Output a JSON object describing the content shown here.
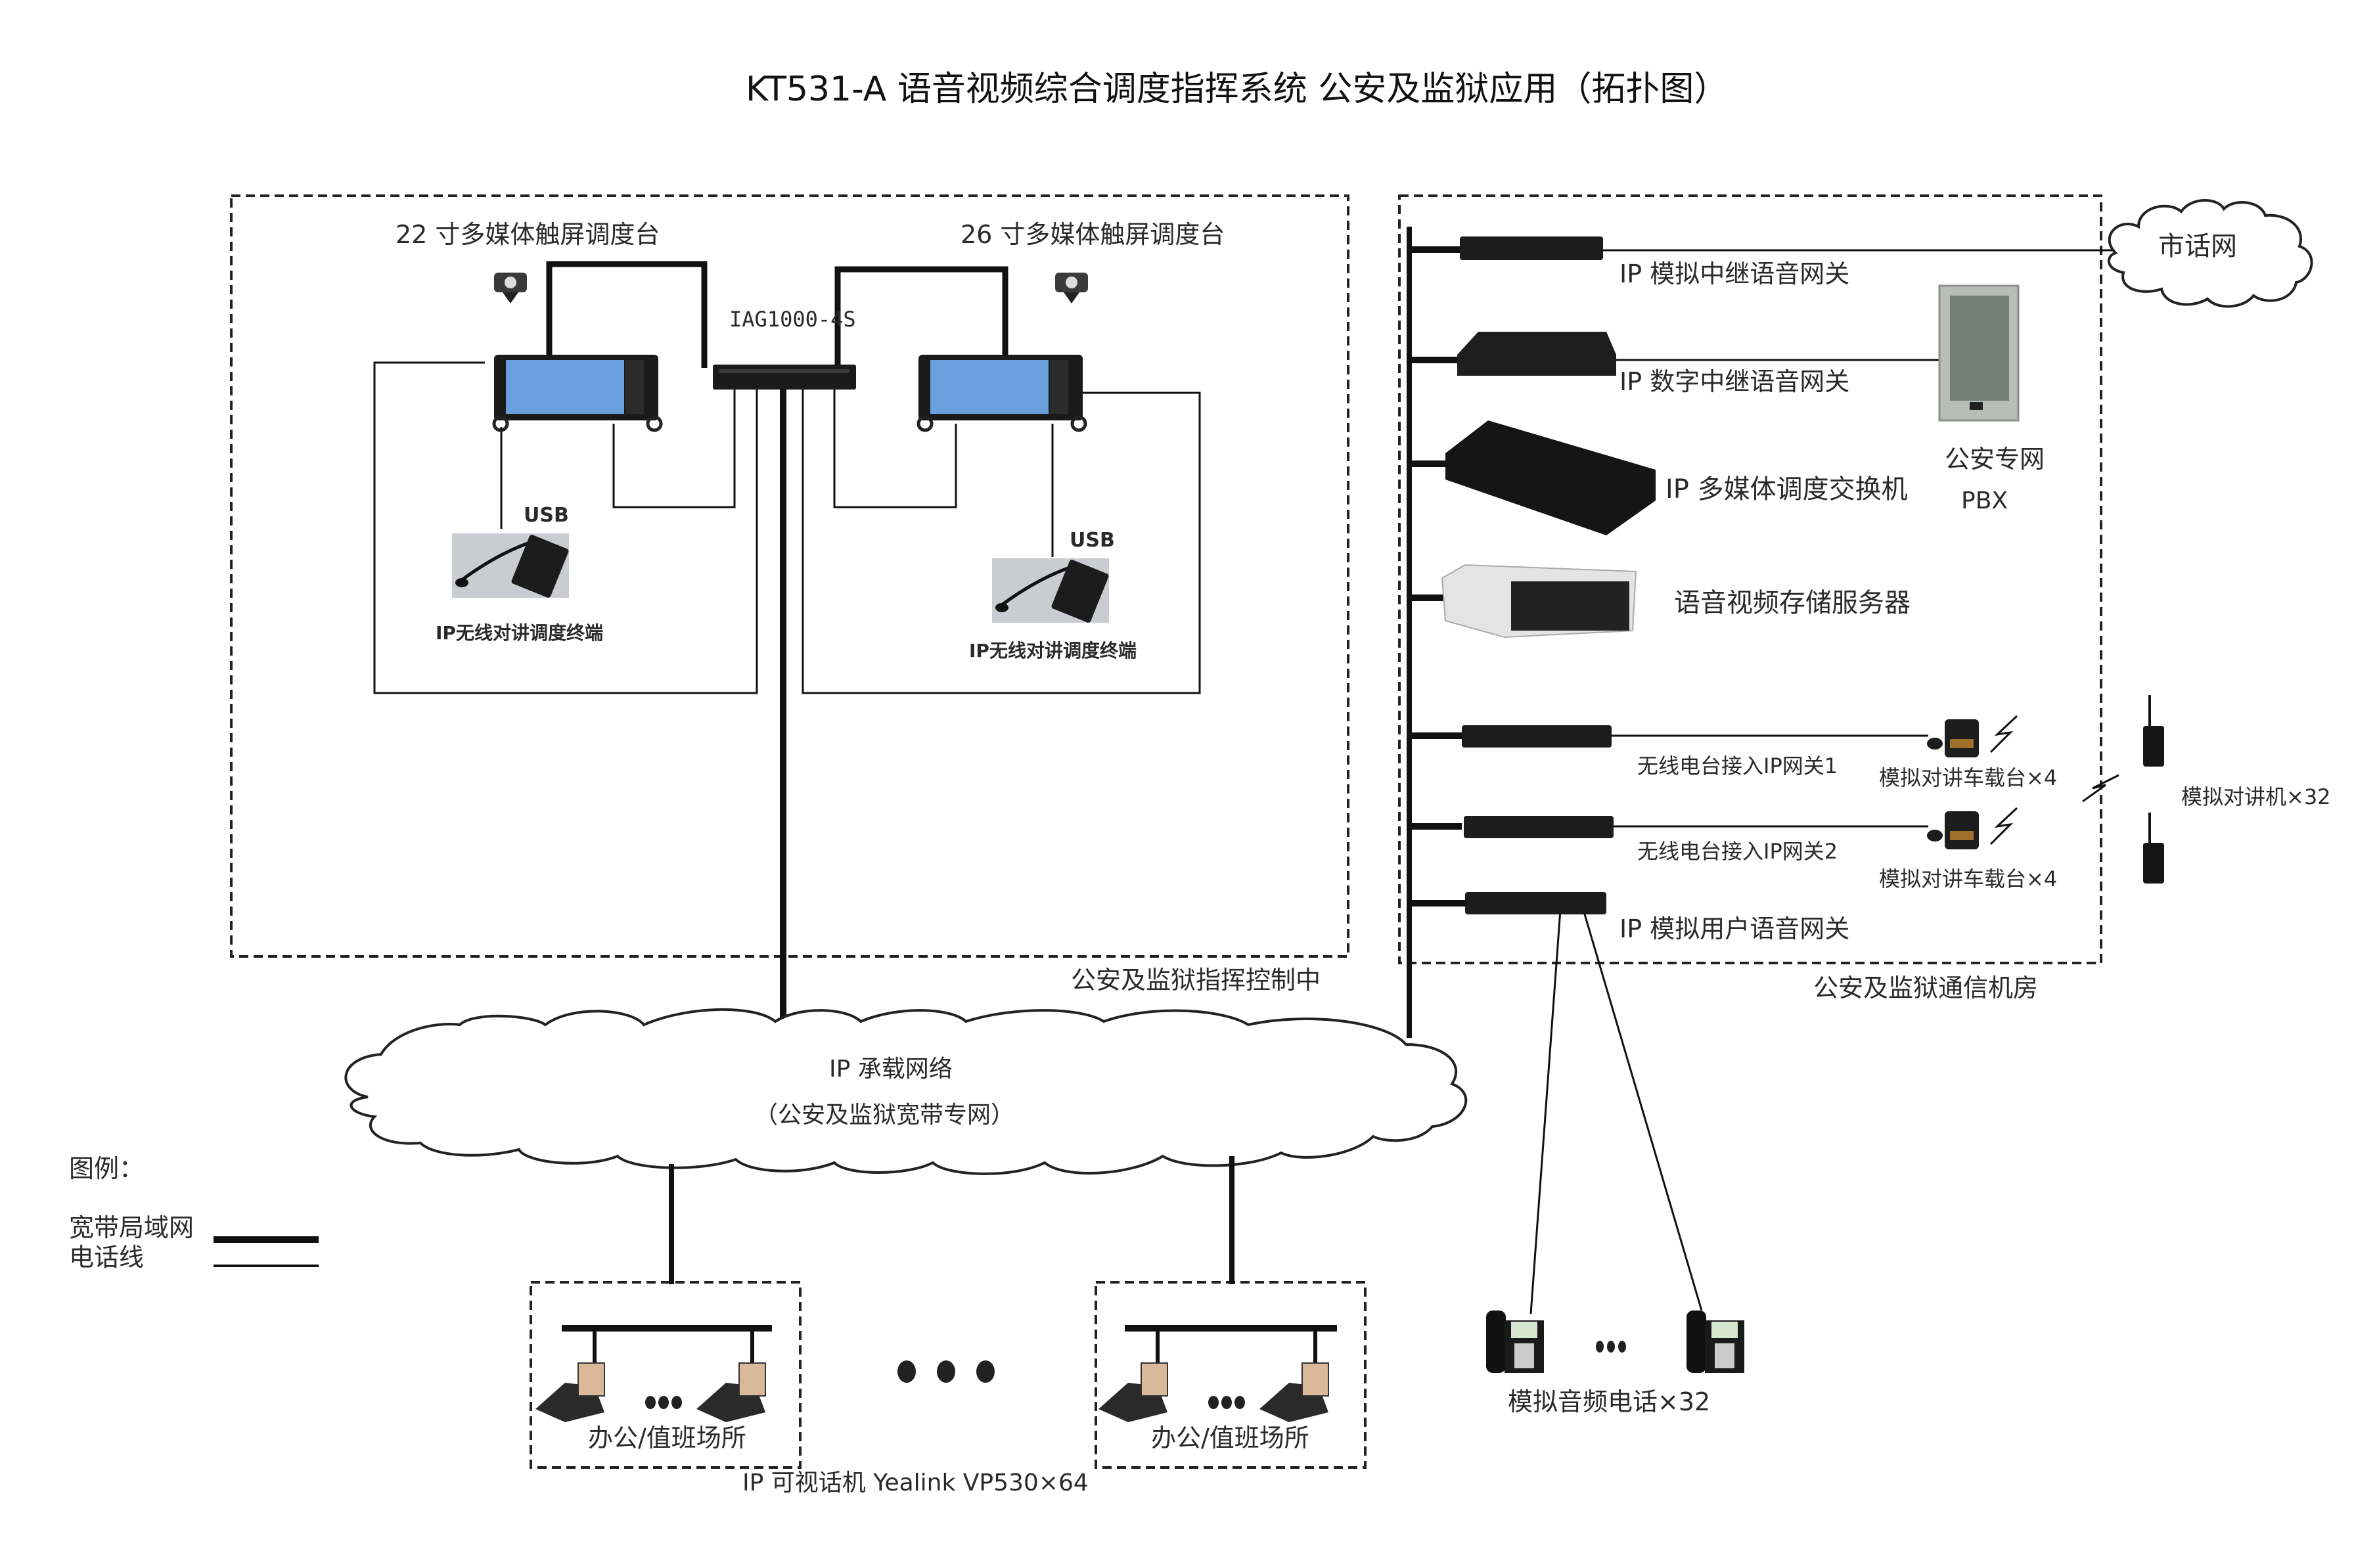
{
  "title": "KT531-A 语音视频综合调度指挥系统  公安及监狱应用（拓扑图）",
  "command_center": {
    "zone_label": "公安及监狱指挥控制中",
    "console_22": "22 寸多媒体触屏调度台",
    "console_26": "26 寸多媒体触屏调度台",
    "gateway": "IAG1000-4S",
    "usb_left": "USB",
    "usb_right": "USB",
    "radio_terminal_left": "IP无线对讲调度终端",
    "radio_terminal_right": "IP无线对讲调度终端"
  },
  "comm_room": {
    "zone_label": "公安及监狱通信机房",
    "devices": [
      {
        "label": "IP 模拟中继语音网关",
        "icon": "rack-gateway-icon"
      },
      {
        "label": "IP 数字中继语音网关",
        "icon": "rack-gateway-icon"
      },
      {
        "label": "IP 多媒体调度交换机",
        "icon": "switch-icon"
      },
      {
        "label": "语音视频存储服务器",
        "icon": "storage-server-icon"
      },
      {
        "label": "无线电台接入IP网关1",
        "icon": "rack-gateway-icon"
      },
      {
        "label": "无线电台接入IP网关2",
        "icon": "rack-gateway-icon"
      },
      {
        "label": "IP 模拟用户语音网关",
        "icon": "rack-gateway-icon"
      }
    ],
    "pbx_line1": "公安专网",
    "pbx_line2": "PBX",
    "vehicle_radio_1": "模拟对讲车载台×4",
    "vehicle_radio_2": "模拟对讲车载台×4",
    "handheld": "模拟对讲机×32"
  },
  "pstn_cloud": "市话网",
  "ip_cloud": {
    "line1": "IP 承载网络",
    "line2": "（公安及监狱宽带专网）"
  },
  "offices": {
    "site_left": "办公/值班场所",
    "site_right": "办公/值班场所",
    "caption": "IP 可视话机 Yealink VP530×64"
  },
  "analog_phones": {
    "caption": "模拟音频电话×32"
  },
  "legend": {
    "title": "图例：",
    "items": [
      {
        "label": "宽带局域网",
        "style": "thick"
      },
      {
        "label": "电话线",
        "style": "thin"
      }
    ]
  }
}
